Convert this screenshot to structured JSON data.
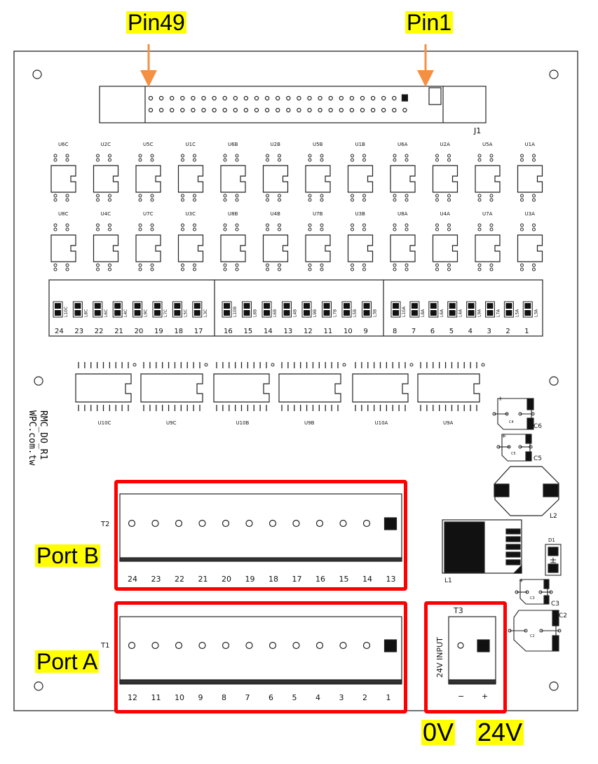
{
  "board": {
    "name": "RMC_DO_R1",
    "vendor_text": "WPC.com.tw",
    "connector_label": "J1",
    "connector_pin_rows": 2,
    "connector_pins_per_row": 25
  },
  "callouts": {
    "pin49": "Pin49",
    "pin1": "Pin1",
    "port_b": "Port B",
    "port_a": "Port A",
    "zero_v": "0V",
    "twentyfour_v": "24V"
  },
  "colors": {
    "highlight": "#ffff00",
    "arrow": "#f39044",
    "frame": "#ff0000",
    "ink": "#111111"
  },
  "relays_top_row": [
    "U6C",
    "U2C",
    "U5C",
    "U1C",
    "U6B",
    "U2B",
    "U5B",
    "U1B",
    "U6A",
    "U2A",
    "U5A",
    "U1A"
  ],
  "relays_bottom_row": [
    "U8C",
    "U4C",
    "U7C",
    "U3C",
    "U8B",
    "U4B",
    "U7B",
    "U3B",
    "U8A",
    "U4A",
    "U7A",
    "U3A"
  ],
  "leds": [
    {
      "label": "L10C",
      "num": "24"
    },
    {
      "label": "L8C",
      "num": "23"
    },
    {
      "label": "L6C",
      "num": "22"
    },
    {
      "label": "L4C",
      "num": "21"
    },
    {
      "label": "L9C",
      "num": "20"
    },
    {
      "label": "L7C",
      "num": "19"
    },
    {
      "label": "L5C",
      "num": "18"
    },
    {
      "label": "L3C",
      "num": "17"
    },
    {
      "label": "L10B",
      "num": "16"
    },
    {
      "label": "L8B",
      "num": "15"
    },
    {
      "label": "L6B",
      "num": "14"
    },
    {
      "label": "L4B",
      "num": "13"
    },
    {
      "label": "L9B",
      "num": "12"
    },
    {
      "label": "L7B",
      "num": "11"
    },
    {
      "label": "L5B",
      "num": "10"
    },
    {
      "label": "L3B",
      "num": "9"
    },
    {
      "label": "L10A",
      "num": "8"
    },
    {
      "label": "L8A",
      "num": "7"
    },
    {
      "label": "L6A",
      "num": "6"
    },
    {
      "label": "L4A",
      "num": "5"
    },
    {
      "label": "L9A",
      "num": "4"
    },
    {
      "label": "L7A",
      "num": "3"
    },
    {
      "label": "L5A",
      "num": "2"
    },
    {
      "label": "L3A",
      "num": "1"
    }
  ],
  "ics": [
    "U10C",
    "U9C",
    "U10B",
    "U9B",
    "U10A",
    "U9A"
  ],
  "terminals": {
    "t2": {
      "label": "T2",
      "pins": [
        "24",
        "23",
        "22",
        "21",
        "20",
        "19",
        "18",
        "17",
        "16",
        "15",
        "14",
        "13"
      ]
    },
    "t1": {
      "label": "T1",
      "pins": [
        "12",
        "11",
        "10",
        "9",
        "8",
        "7",
        "6",
        "5",
        "4",
        "3",
        "2",
        "1"
      ]
    },
    "t3": {
      "label": "T3",
      "title": "24V INPUT",
      "minus": "−",
      "plus": "+"
    }
  },
  "power_parts": {
    "c6": "C6",
    "c5": "C5",
    "c4_small": "C4",
    "c5_small": "C5",
    "l2": "L2",
    "l1": "L1",
    "d1": "D1",
    "c3": "C3",
    "c2": "C2",
    "c3_small": "C3",
    "c2_small": "C2"
  }
}
